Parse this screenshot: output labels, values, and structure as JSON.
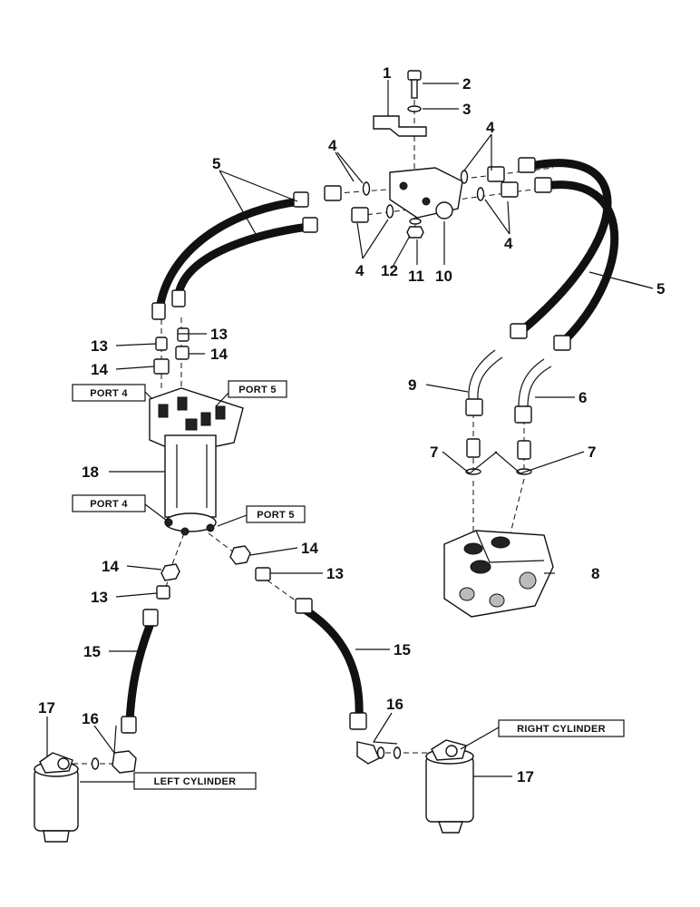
{
  "callouts": [
    "1",
    "2",
    "3",
    "4",
    "4",
    "4",
    "4",
    "5",
    "5",
    "6",
    "7",
    "7",
    "8",
    "9",
    "10",
    "11",
    "12",
    "13",
    "13",
    "13",
    "13",
    "14",
    "14",
    "14",
    "14",
    "15",
    "15",
    "16",
    "16",
    "17",
    "17",
    "18"
  ],
  "labels": {
    "port4_top": "PORT 4",
    "port5_top": "PORT 5",
    "port4_bottom": "PORT 4",
    "port5_bottom": "PORT 5",
    "left_cylinder": "LEFT CYLINDER",
    "right_cylinder": "RIGHT CYLINDER"
  }
}
